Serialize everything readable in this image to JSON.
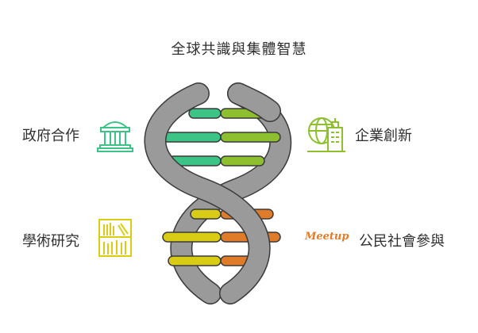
{
  "title": "全球共識與集體智慧",
  "left_items": [
    {
      "label": "政府合作",
      "icon": "government-building-icon",
      "color": "#3cc486"
    },
    {
      "label": "學術研究",
      "icon": "bookshelf-icon",
      "color": "#d8cc14"
    }
  ],
  "right_items": [
    {
      "label": "企業創新",
      "icon": "city-buildings-icon",
      "color": "#8dbf2f"
    },
    {
      "label": "公民社會參與",
      "icon": "meetup-logo-icon",
      "logo_text": "Meetup",
      "color": "#e07b2a"
    }
  ],
  "colors": {
    "strand": "#9a9a9a",
    "outline": "#3a3a3a",
    "rung_top_left": "#3cc486",
    "rung_top_right": "#8dbf2f",
    "rung_bottom_left": "#d8cc14",
    "rung_bottom_right": "#e07b2a"
  }
}
